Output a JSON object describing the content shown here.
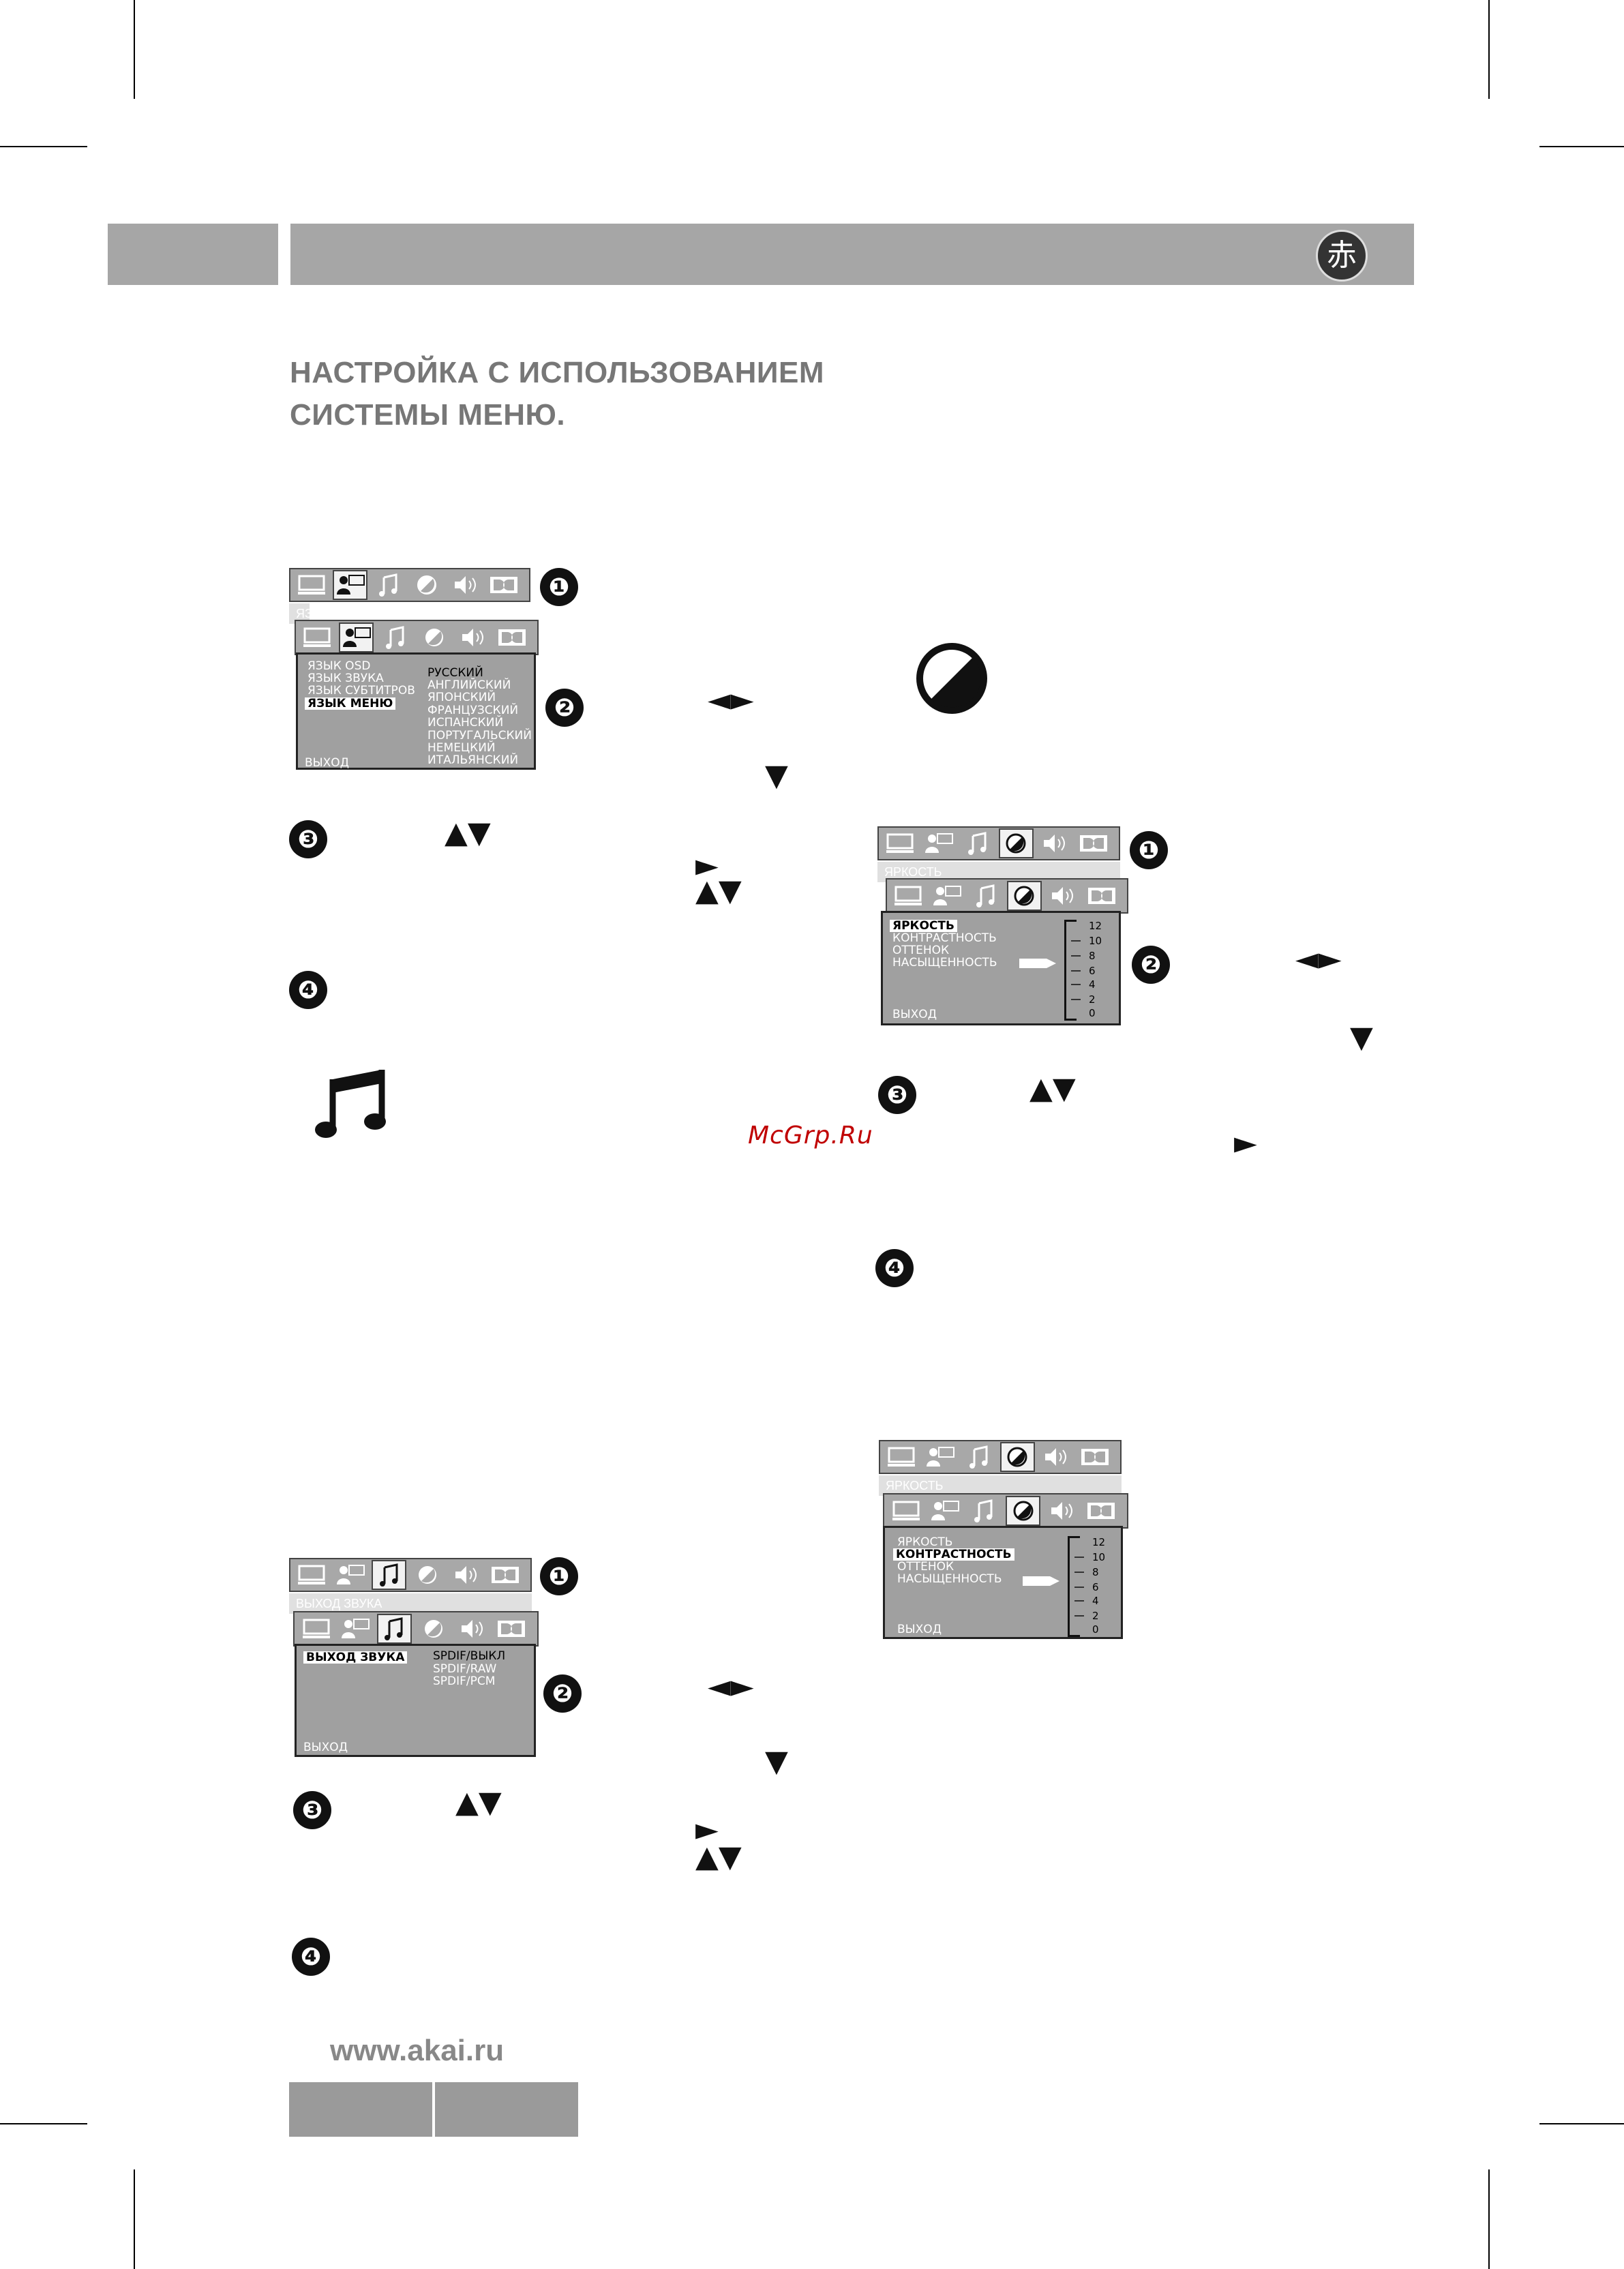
{
  "header": {
    "logo_glyph": "赤"
  },
  "title": {
    "line1": "НАСТРОЙКА С ИСПОЛЬЗОВАНИЕМ",
    "line2": "СИСТЕМЫ МЕНЮ."
  },
  "badges": {
    "one": "❶",
    "two": "❷",
    "three": "❸",
    "four": "❹"
  },
  "arrows": {
    "left_right": "◄►",
    "down": "▼",
    "up_down": "▲▼",
    "right": "►"
  },
  "menu_lang": {
    "under_label": "ЯЗЫК OSD",
    "items": [
      "ЯЗЫК OSD",
      "ЯЗЫК ЗВУКА",
      "ЯЗЫК СУБТИТРОВ",
      "ЯЗЫК МЕНЮ"
    ],
    "selected_item": "ЯЗЫК МЕНЮ",
    "options": [
      "РУССКИЙ",
      "АНГЛИЙСКИЙ",
      "ЯПОНСКИЙ",
      "ФРАНЦУЗСКИЙ",
      "ИСПАНСКИЙ",
      "ПОРТУГАЛЬСКИЙ",
      "НЕМЕЦКИЙ",
      "ИТАЛЬЯНСКИЙ"
    ],
    "exit": "ВЫХОД"
  },
  "menu_audio": {
    "under_label": "ВЫХОД  ЗВУКА",
    "selected_item": "ВЫХОД  ЗВУКА",
    "options": [
      "SPDIF/ВЫКЛ",
      "SPDIF/RAW",
      "SPDIF/PCM"
    ],
    "exit": "ВЫХОД"
  },
  "menu_video1": {
    "under_label": "ЯРКОСТЬ",
    "items": [
      "ЯРКОСТЬ",
      "КОНТРАСТНОСТЬ",
      "ОТТЕНОК",
      "НАСЫЩЕННОСТЬ"
    ],
    "selected_index": 0,
    "scale": [
      "12",
      "10",
      "8",
      "6",
      "4",
      "2",
      "0"
    ],
    "exit": "ВЫХОД"
  },
  "menu_video2": {
    "under_label": "ЯРКОСТЬ",
    "items": [
      "ЯРКОСТЬ",
      "КОНТРАСТНОСТЬ",
      "ОТТЕНОК",
      "НАСЫЩЕННОСТЬ"
    ],
    "selected_index": 1,
    "scale": [
      "12",
      "10",
      "8",
      "6",
      "4",
      "2",
      "0"
    ],
    "exit": "ВЫХОД"
  },
  "watermark": "McGrp.Ru",
  "footer": {
    "url": "www.akai.ru"
  }
}
